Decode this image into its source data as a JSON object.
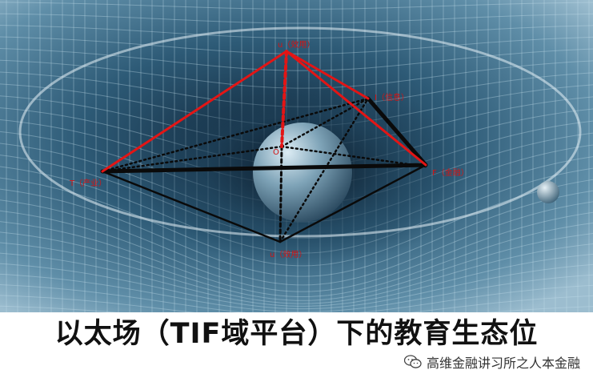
{
  "diagram": {
    "labels": {
      "top": "u（效用）",
      "info": "I（信息）",
      "left": "T（产业）",
      "right": "F（金融）",
      "bottom": "u（效用）",
      "center": "O"
    }
  },
  "caption": "以太场（TIF域平台）下的教育生态位",
  "watermark": "高维金融讲习所之人本金融",
  "colors": {
    "red_edge": "#e31515",
    "black_edge": "#0a0a0a",
    "label_red": "#d21414"
  }
}
